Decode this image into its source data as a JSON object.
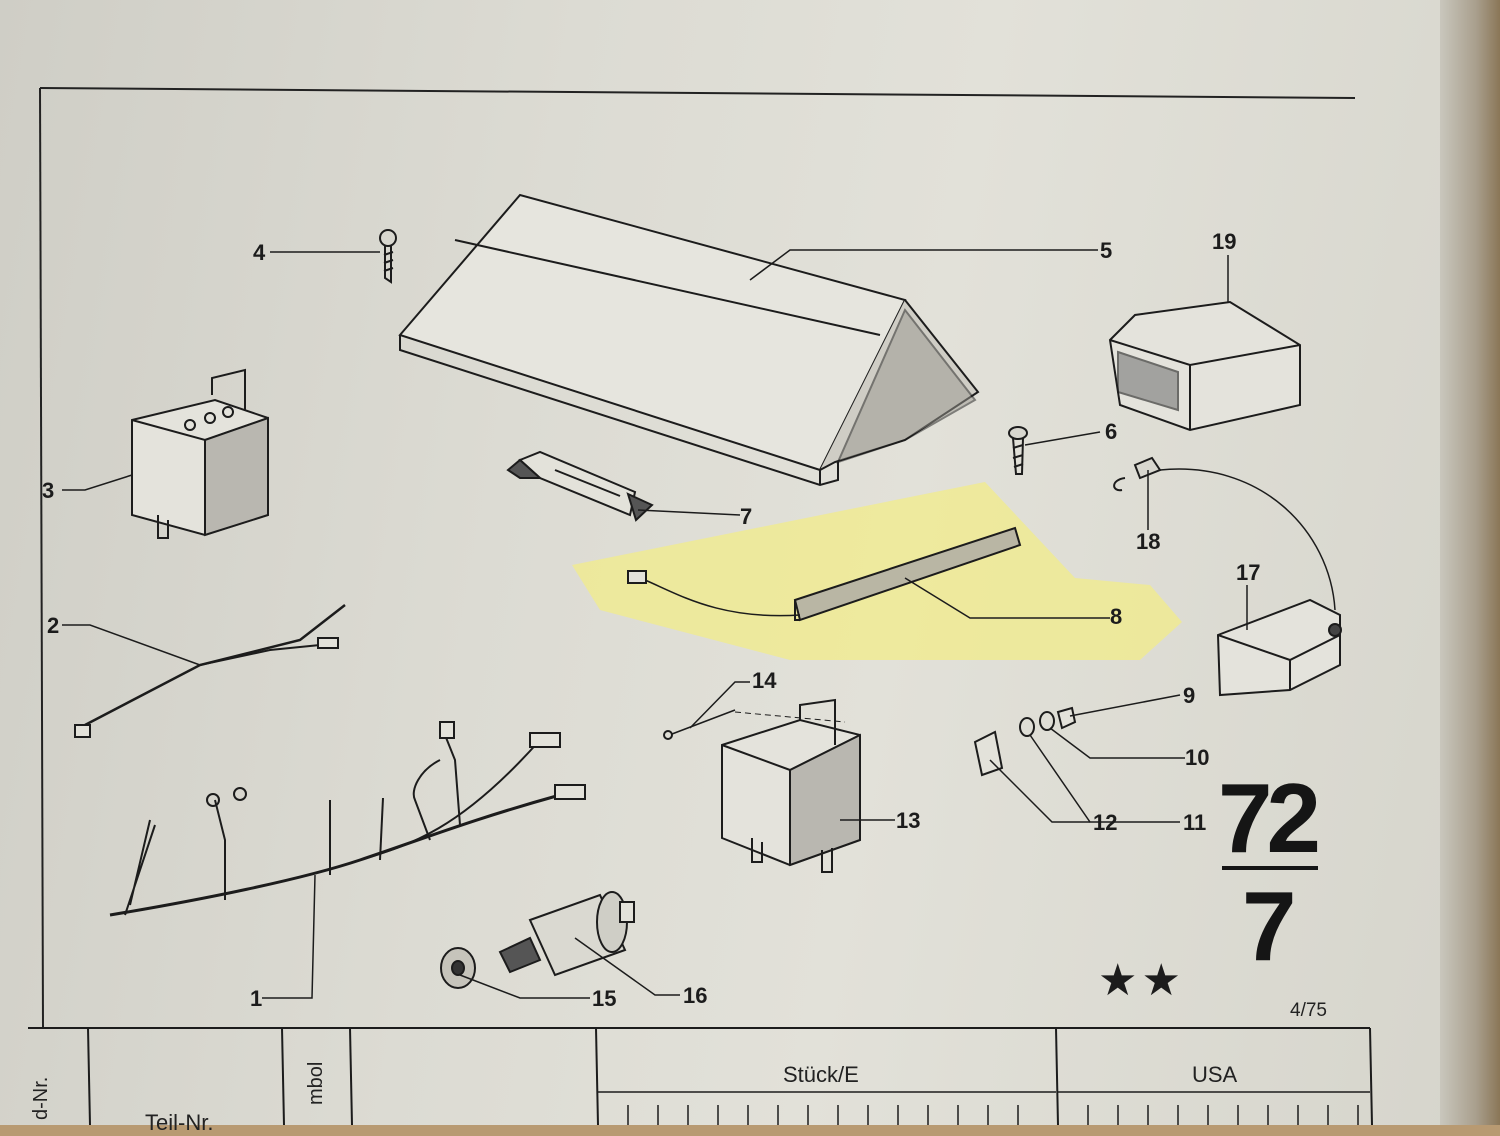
{
  "callouts": [
    {
      "id": "1",
      "label": "1"
    },
    {
      "id": "2",
      "label": "2"
    },
    {
      "id": "3",
      "label": "3"
    },
    {
      "id": "4",
      "label": "4"
    },
    {
      "id": "5",
      "label": "5"
    },
    {
      "id": "6",
      "label": "6"
    },
    {
      "id": "7",
      "label": "7"
    },
    {
      "id": "8",
      "label": "8"
    },
    {
      "id": "9",
      "label": "9"
    },
    {
      "id": "10",
      "label": "10"
    },
    {
      "id": "11",
      "label": "11"
    },
    {
      "id": "12",
      "label": "12"
    },
    {
      "id": "13",
      "label": "13"
    },
    {
      "id": "14",
      "label": "14"
    },
    {
      "id": "15",
      "label": "15"
    },
    {
      "id": "16",
      "label": "16"
    },
    {
      "id": "17",
      "label": "17"
    },
    {
      "id": "18",
      "label": "18"
    },
    {
      "id": "19",
      "label": "19"
    }
  ],
  "plate": {
    "group": "72",
    "sub": "7",
    "stars": "★★",
    "date": "4/75"
  },
  "table": {
    "col_ident": "d-Nr.",
    "col_partno": "Teil-Nr.",
    "col_symbol": "mbol",
    "col_qty": "Stück/E",
    "col_usa": "USA"
  },
  "colors": {
    "highlight": "#f2ec8a",
    "ink": "#1c1c1c",
    "paper": "#dcdbd3"
  }
}
